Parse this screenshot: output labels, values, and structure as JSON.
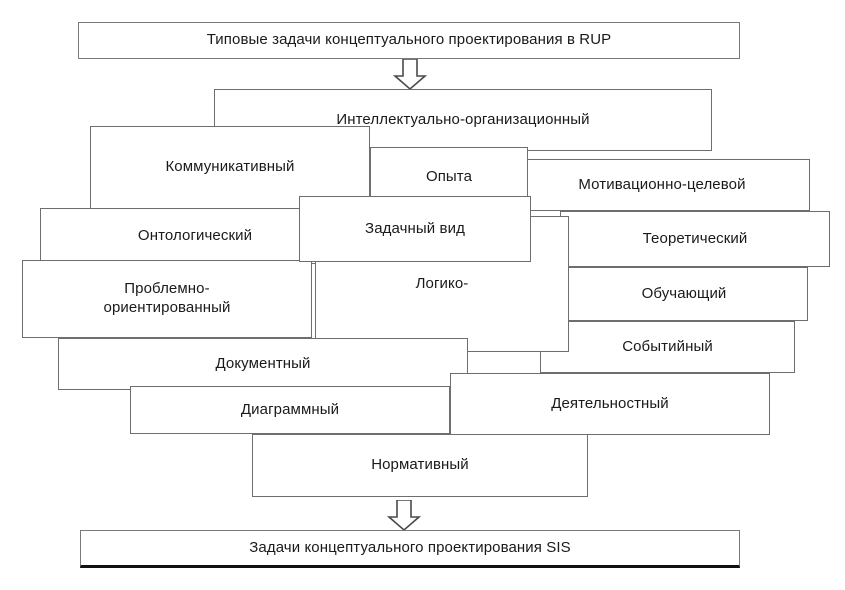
{
  "diagram": {
    "title_top": "Типовые задачи концептуального проектирования в RUP",
    "title_bottom": "Задачи концептуального проектирования SIS",
    "arrow_top_name": "down-block-arrow-icon",
    "arrow_bottom_name": "down-block-arrow-icon",
    "boxes": [
      {
        "id": "intellektualno",
        "label": "Интеллектуально-организационный"
      },
      {
        "id": "kommunikativnyy",
        "label": "Коммуникативный"
      },
      {
        "id": "opyta",
        "label": "Опыта"
      },
      {
        "id": "motivacionno",
        "label": "Мотивационно-целевой"
      },
      {
        "id": "ontologicheskiy",
        "label": "Онтологический"
      },
      {
        "id": "zadachnyy_vid",
        "label": "Задачный вид"
      },
      {
        "id": "teoreticheskiy",
        "label": "Теоретический"
      },
      {
        "id": "problemno",
        "label": "Проблемно-\nориентированный"
      },
      {
        "id": "logiko",
        "label": "Логико-"
      },
      {
        "id": "obuchayushchiy",
        "label": "Обучающий"
      },
      {
        "id": "dokumentnyy",
        "label": "Документный"
      },
      {
        "id": "sobytiynyy",
        "label": "Событийный"
      },
      {
        "id": "diagrammnyy",
        "label": "Диаграммный"
      },
      {
        "id": "deyatelnostnyy",
        "label": "Деятельностный"
      },
      {
        "id": "normativnyy",
        "label": "Нормативный"
      }
    ],
    "colors": {
      "border": "#6e6e6e",
      "text": "#1a1a1a",
      "background": "#ffffff",
      "baseline": "#111111"
    }
  }
}
